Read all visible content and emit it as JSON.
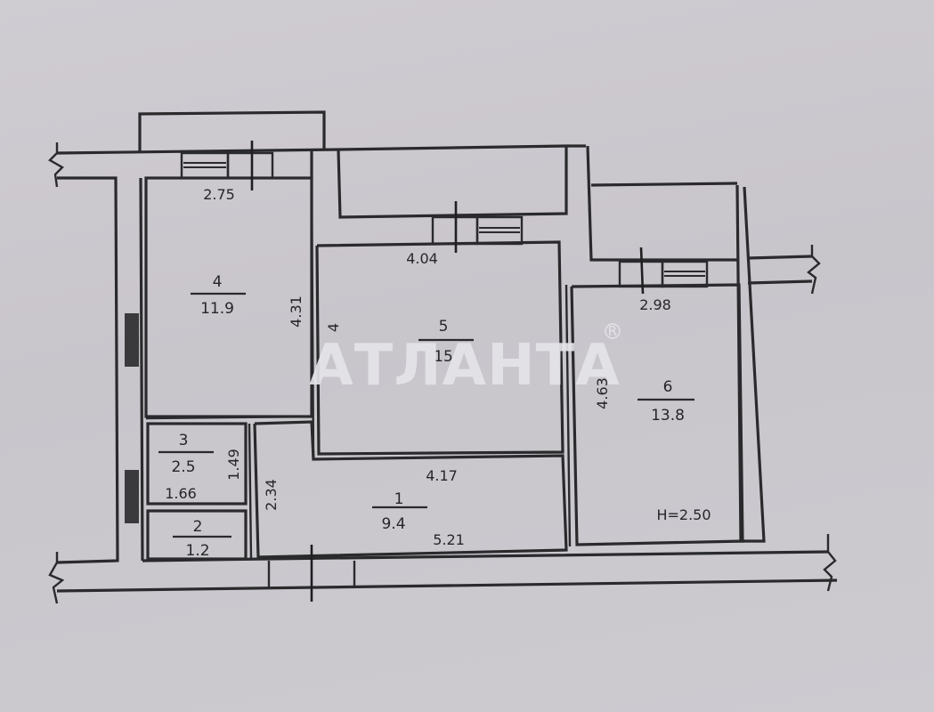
{
  "plan": {
    "ceiling_height_label": "H=2.50",
    "rooms": [
      {
        "number": "1",
        "area": "9.4"
      },
      {
        "number": "2",
        "area": "1.2"
      },
      {
        "number": "3",
        "area": "2.5"
      },
      {
        "number": "4",
        "area": "11.9"
      },
      {
        "number": "5",
        "area": "15"
      },
      {
        "number": "6",
        "area": "13.8"
      }
    ],
    "dimensions": {
      "room4_width": "2.75",
      "room4_depth": "4.31",
      "room5_width": "4.04",
      "room5_depth": "4",
      "room6_width": "2.98",
      "room6_depth": "4.63",
      "room3_width": "1.66",
      "room3_depth": "1.49",
      "hall_depth": "2.34",
      "hall_width_top": "4.17",
      "hall_width_bottom": "5.21"
    }
  },
  "watermark": {
    "text": "АТЛАНТА",
    "mark": "®"
  }
}
